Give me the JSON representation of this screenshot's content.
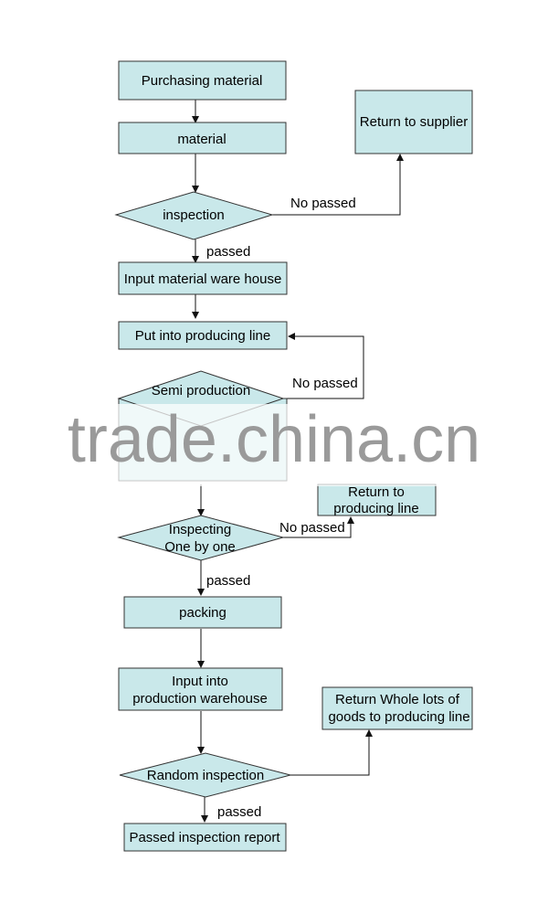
{
  "diagram": {
    "nodes": {
      "purchasing": "Purchasing material",
      "material": "material",
      "inspection": "inspection",
      "return_supplier": "Return to supplier",
      "input_warehouse": "Input material ware house",
      "put_producing": "Put into producing line",
      "semi_line1": "Semi production",
      "return_producing_line1": "Return to",
      "return_producing_line2": "producing line",
      "inspecting_line1": "Inspecting",
      "inspecting_line2": "One by one",
      "packing": "packing",
      "input_prod_line1": "Input into",
      "input_prod_line2": "production warehouse",
      "return_whole_line1": "Return Whole lots of",
      "return_whole_line2": "goods to producing line",
      "random_inspection": "Random inspection",
      "report": "Passed inspection report"
    },
    "edge_labels": {
      "no_passed_1": "No passed",
      "passed_1": "passed",
      "no_passed_2": "No passed",
      "no_passed_3": "No passed",
      "passed_2": "passed",
      "passed_3": "passed"
    }
  },
  "watermark": "trade.china.cn",
  "colors": {
    "node_fill": "#c9e8ea",
    "stroke": "#333333",
    "watermark": "#9a9a9a"
  }
}
